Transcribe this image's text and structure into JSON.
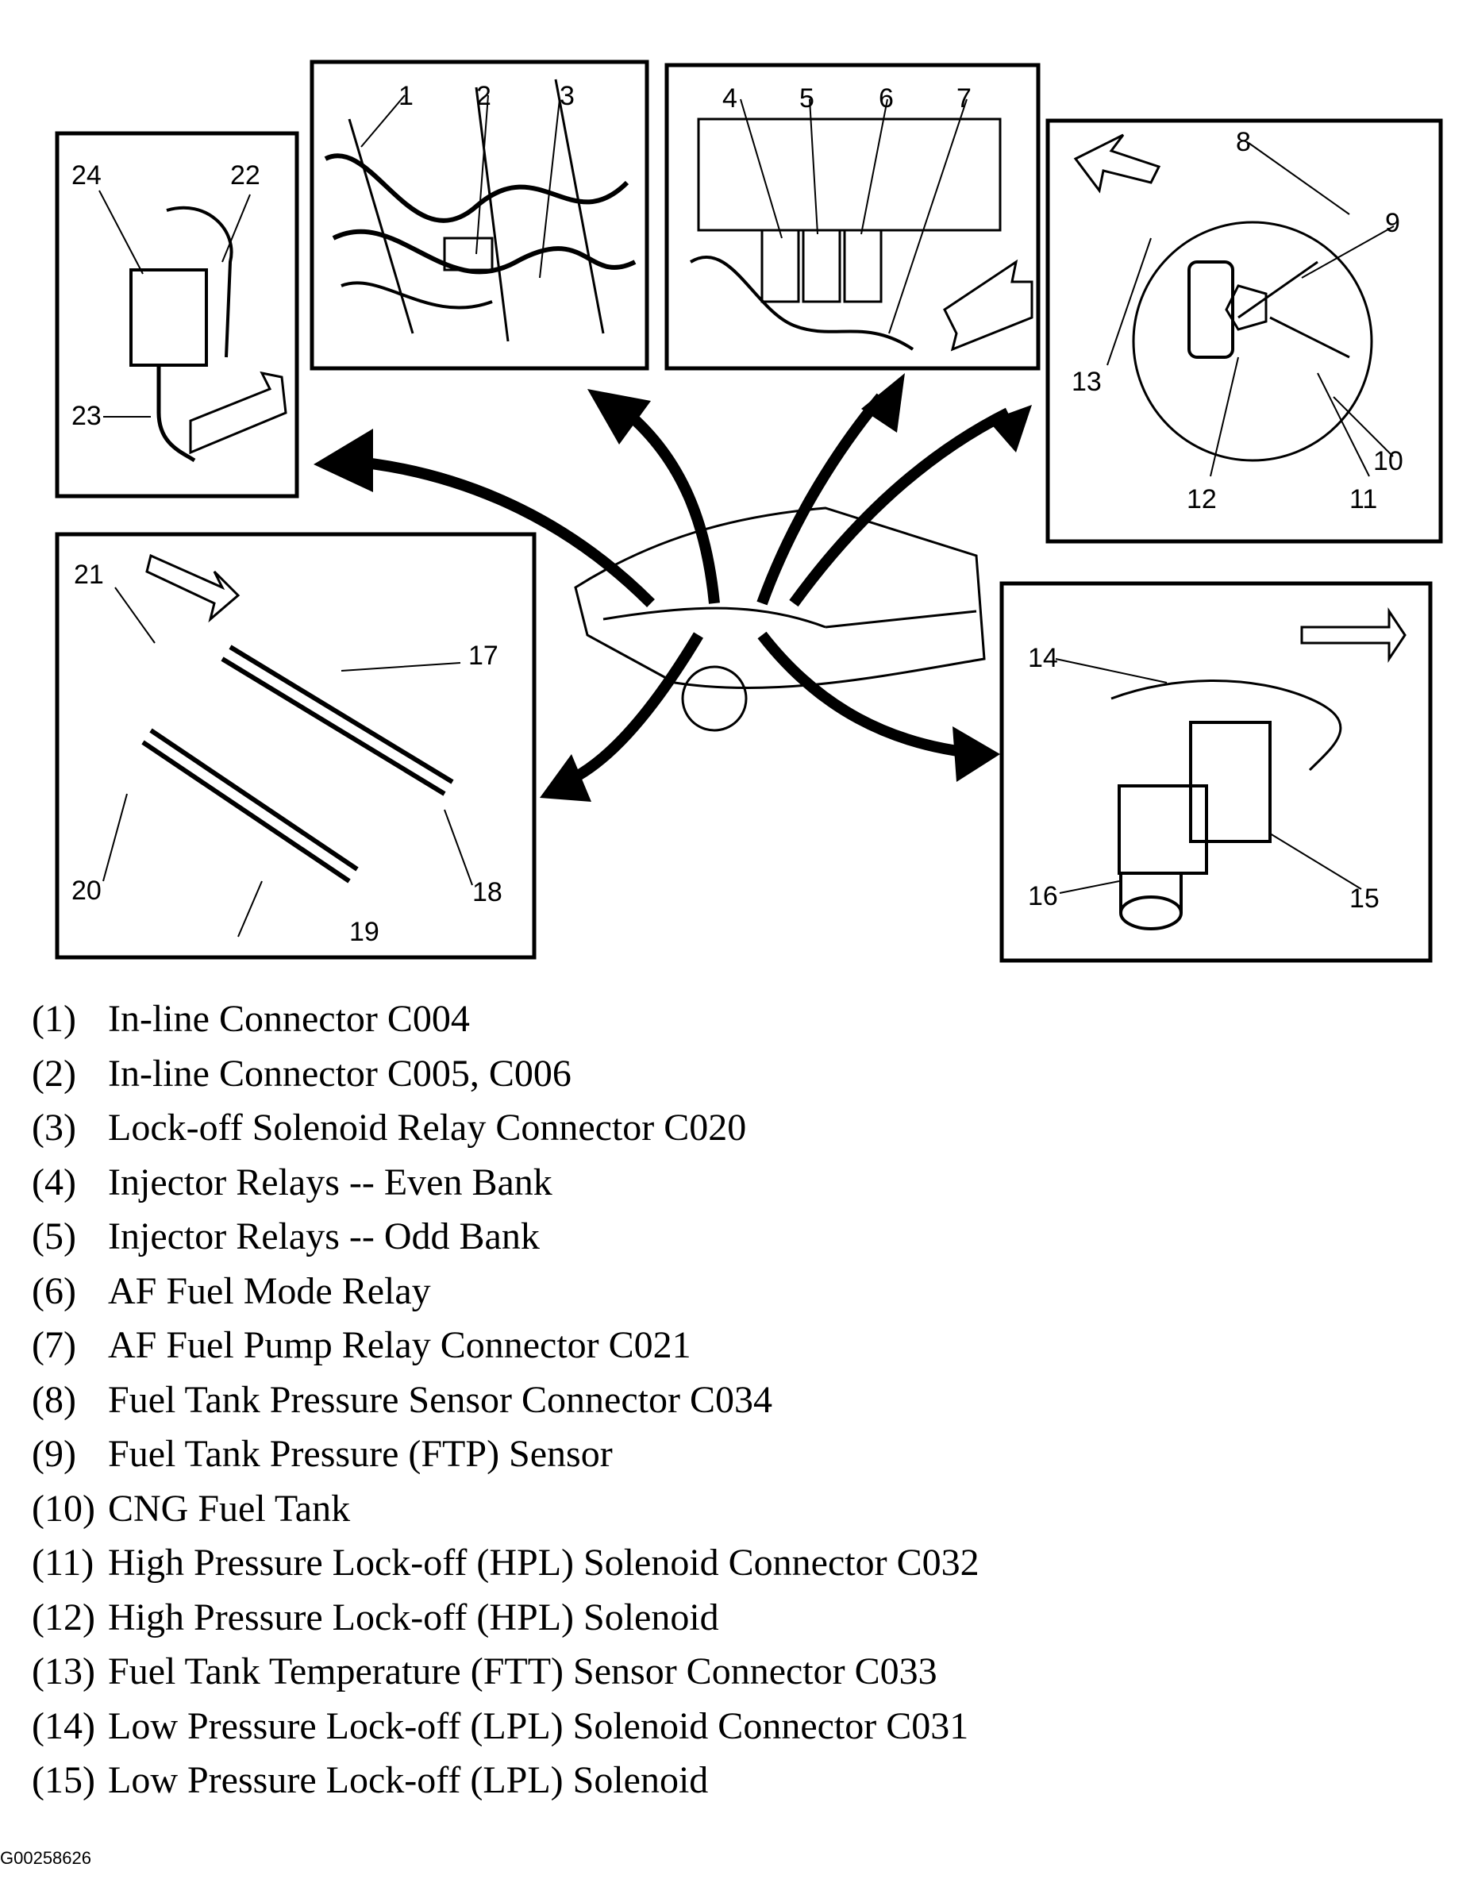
{
  "callouts": {
    "c1": "1",
    "c2": "2",
    "c3": "3",
    "c4": "4",
    "c5": "5",
    "c6": "6",
    "c7": "7",
    "c8": "8",
    "c9": "9",
    "c10": "10",
    "c11": "11",
    "c12": "12",
    "c13": "13",
    "c14": "14",
    "c15": "15",
    "c16": "16",
    "c17": "17",
    "c18": "18",
    "c19": "19",
    "c20": "20",
    "c21": "21",
    "c22": "22",
    "c23": "23",
    "c24": "24"
  },
  "legend": [
    {
      "num": "(1)",
      "text": "In-line Connector C004"
    },
    {
      "num": "(2)",
      "text": "In-line Connector C005, C006"
    },
    {
      "num": "(3)",
      "text": "Lock-off Solenoid Relay Connector C020"
    },
    {
      "num": "(4)",
      "text": "Injector Relays -- Even Bank"
    },
    {
      "num": "(5)",
      "text": "Injector Relays -- Odd Bank"
    },
    {
      "num": "(6)",
      "text": "AF Fuel Mode Relay"
    },
    {
      "num": "(7)",
      "text": "AF Fuel Pump Relay Connector C021"
    },
    {
      "num": "(8)",
      "text": "Fuel Tank Pressure Sensor Connector C034"
    },
    {
      "num": "(9)",
      "text": "Fuel Tank Pressure (FTP) Sensor"
    },
    {
      "num": "(10)",
      "text": "CNG Fuel Tank"
    },
    {
      "num": "(11)",
      "text": "High Pressure Lock-off (HPL) Solenoid Connector C032"
    },
    {
      "num": "(12)",
      "text": "High Pressure Lock-off (HPL) Solenoid"
    },
    {
      "num": "(13)",
      "text": "Fuel Tank Temperature (FTT) Sensor Connector C033"
    },
    {
      "num": "(14)",
      "text": "Low Pressure Lock-off (LPL) Solenoid Connector C031"
    },
    {
      "num": "(15)",
      "text": "Low Pressure Lock-off (LPL) Solenoid"
    }
  ],
  "figure_id": "G00258626"
}
